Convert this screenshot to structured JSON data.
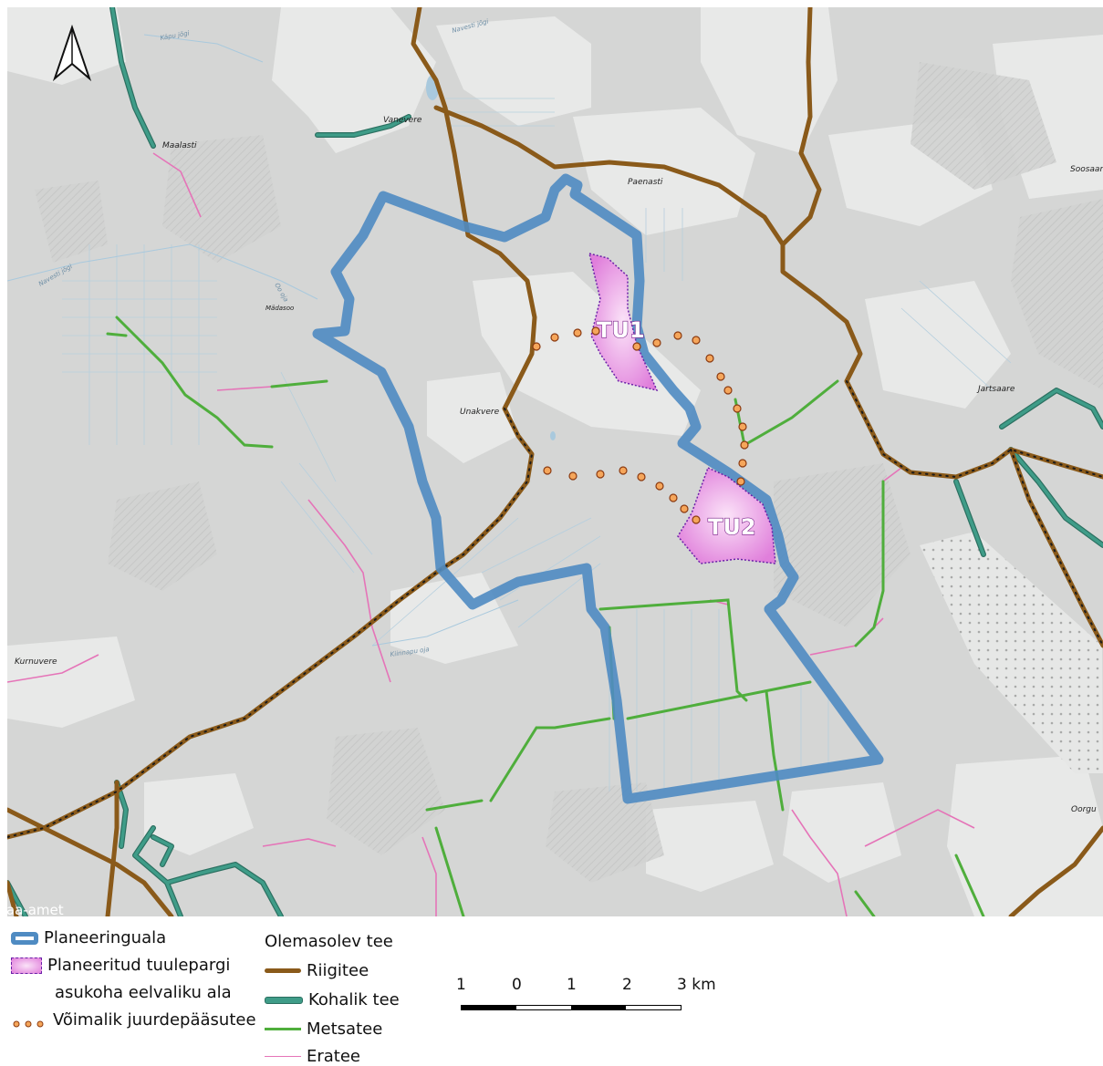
{
  "map": {
    "north_arrow": "north-arrow",
    "places": [
      {
        "id": "maalasti",
        "label": "Maalasti"
      },
      {
        "id": "vanevere",
        "label": "Vanevere"
      },
      {
        "id": "paenasti",
        "label": "Paenasti"
      },
      {
        "id": "soosaar",
        "label": "Soosaar"
      },
      {
        "id": "unakvere",
        "label": "Unakvere"
      },
      {
        "id": "jartsaare",
        "label": "Jartsaare"
      },
      {
        "id": "kurnuvere",
        "label": "Kurnuvere"
      },
      {
        "id": "oorgu",
        "label": "Oorgu"
      },
      {
        "id": "madasoo",
        "label": "Mädasoo"
      }
    ],
    "water_labels": [
      {
        "id": "kapu-jogi",
        "label": "Käpu jõgi"
      },
      {
        "id": "navesti-jogi-1",
        "label": "Navesti jõgi"
      },
      {
        "id": "navesti-jogi-2",
        "label": "Navesti jõgi"
      },
      {
        "id": "oo-oja",
        "label": "Oo oja"
      },
      {
        "id": "kiinnapu-oja",
        "label": "Kiinnapu oja"
      }
    ],
    "zones": [
      {
        "id": "tu1",
        "label": "TU1"
      },
      {
        "id": "tu2",
        "label": "TU2"
      }
    ],
    "credit": "Maa-amet",
    "colors": {
      "background": "#d5d6d5",
      "field": "#e9eae9",
      "forest_hatch": "#cfd0cf",
      "water": "#a9c9dd",
      "riigitee": "#8a5a1a",
      "riigitee_dots": "#1b1b1b",
      "kohalik_tee": "#3f9c88",
      "kohalik_tee_outline": "#2b6f60",
      "metsatee": "#4fae3c",
      "eratee": "#e574b8",
      "planeeringuala": "#4f8bc2",
      "zone_fill": "#e58fe0",
      "zone_border": "#6b21a8",
      "access_dot_fill": "#f5a65b",
      "access_dot_stroke": "#8b3a10"
    }
  },
  "legend": {
    "planeeringuala": "Planeeringuala",
    "tuulepark_line1": "Planeeritud tuulepargi",
    "tuulepark_line2": "asukoha eelvaliku ala",
    "juurdepaas": "Võimalik juurdepääsutee",
    "roads_header": "Olemasolev tee",
    "riigitee": "Riigitee",
    "kohalik_tee": "Kohalik tee",
    "metsatee": "Metsatee",
    "eratee": "Eratee"
  },
  "scale_bar": {
    "ticks": [
      "1",
      "0",
      "1",
      "2"
    ],
    "last_tick": "3 km"
  }
}
